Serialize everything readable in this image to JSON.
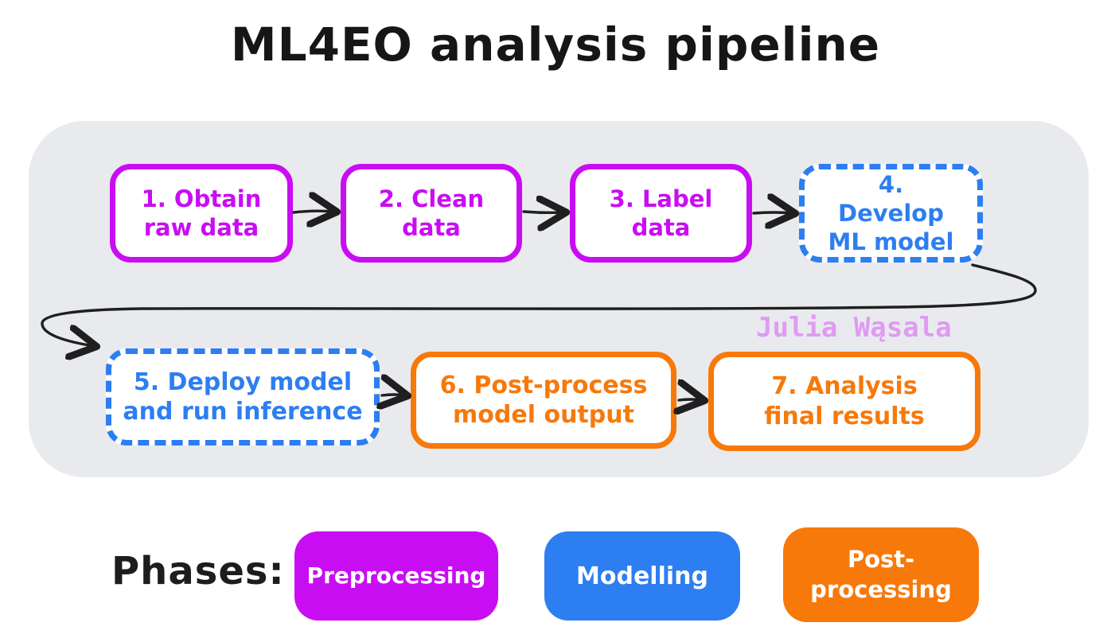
{
  "title": "ML4EO analysis pipeline",
  "watermark": "Julia Wąsala",
  "pipeline": {
    "boxes": [
      {
        "step": 1,
        "label": "1. Obtain raw data",
        "phase": "Preprocessing",
        "border_style": "solid",
        "color": "#c90df2"
      },
      {
        "step": 2,
        "label": "2. Clean data",
        "phase": "Preprocessing",
        "border_style": "solid",
        "color": "#c90df2"
      },
      {
        "step": 3,
        "label": "3. Label data",
        "phase": "Preprocessing",
        "border_style": "solid",
        "color": "#c90df2"
      },
      {
        "step": 4,
        "label": "4. Develop ML model",
        "phase": "Modelling",
        "border_style": "dashed",
        "color": "#2d7ef0"
      },
      {
        "step": 5,
        "label": "5. Deploy model and run inference",
        "phase": "Modelling",
        "border_style": "dashed",
        "color": "#2d7ef0"
      },
      {
        "step": 6,
        "label": "6. Post-process model output",
        "phase": "Post-processing",
        "border_style": "solid",
        "color": "#f7790a"
      },
      {
        "step": 7,
        "label": "7. Analysis final results",
        "phase": "Post-processing",
        "border_style": "solid",
        "color": "#f7790a"
      }
    ]
  },
  "legend": {
    "label": "Phases:",
    "items": [
      {
        "label": "Preprocessing",
        "color": "#c90df2"
      },
      {
        "label": "Modelling",
        "color": "#2d7ef0"
      },
      {
        "label": "Post-processing",
        "color": "#f7790a"
      }
    ]
  },
  "colors": {
    "preprocessing": "#c90df2",
    "modelling": "#2d7ef0",
    "postprocessing": "#f7790a",
    "panel_background": "#e8eaed",
    "page_background": "#ffffff",
    "arrow_stroke": "#1f1f1f",
    "title_text": "#161616",
    "watermark_text": "#e09af2"
  }
}
